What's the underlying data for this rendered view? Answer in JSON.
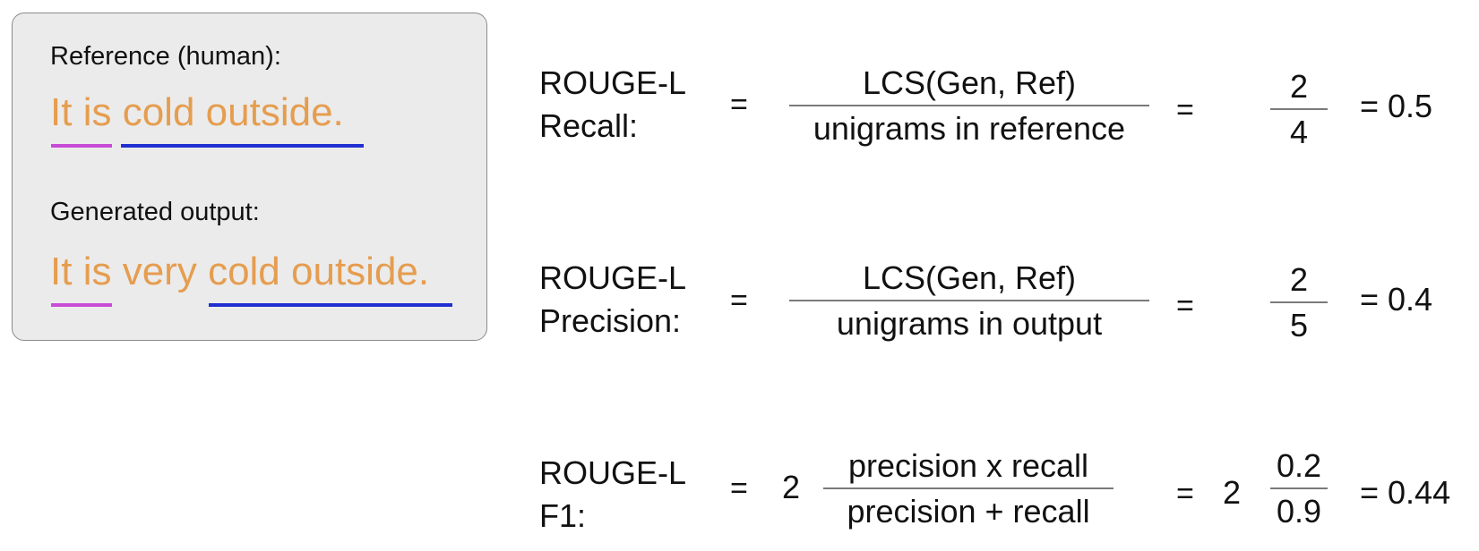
{
  "colors": {
    "text_orange": "#E59D4F",
    "underline_magenta": "#C84BD6",
    "underline_blue": "#1F2FD0",
    "panel_bg": "#EBEBEB"
  },
  "example": {
    "reference_label": "Reference (human):",
    "reference_words": [
      "It",
      "is",
      "cold",
      "outside."
    ],
    "generated_label": "Generated output:",
    "generated_words": [
      "It",
      "is",
      "very",
      "cold",
      "outside."
    ]
  },
  "formulas": {
    "recall": {
      "name_line1": "ROUGE-L",
      "name_line2": "Recall:",
      "eq1": "=",
      "numerator": "LCS(Gen, Ref)",
      "denominator": "unigrams in reference",
      "eq2": "=",
      "value_num": "2",
      "value_den": "4",
      "result": "= 0.5"
    },
    "precision": {
      "name_line1": "ROUGE-L",
      "name_line2": "Precision:",
      "eq1": "=",
      "numerator": "LCS(Gen, Ref)",
      "denominator": "unigrams in output",
      "eq2": "=",
      "value_num": "2",
      "value_den": "5",
      "result": "= 0.4"
    },
    "f1": {
      "name_line1": "ROUGE-L",
      "name_line2": "F1:",
      "eq1": "=",
      "factor": "2",
      "numerator": "precision x recall",
      "denominator": "precision + recall",
      "eq2": "=",
      "factor2": "2",
      "value_num": "0.2",
      "value_den": "0.9",
      "result": "= 0.44"
    }
  }
}
